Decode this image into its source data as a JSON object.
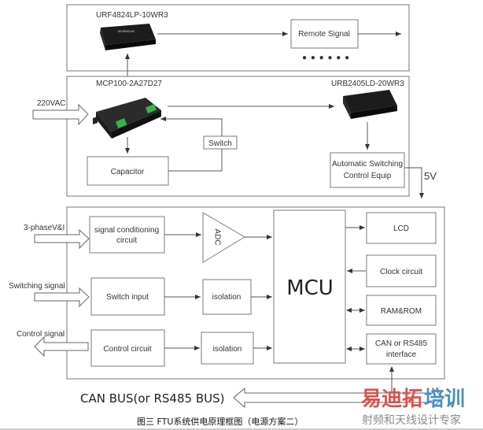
{
  "top_panel": {
    "module_label": "URF4824LP-10WR3",
    "remote_signal": "Remote Signal",
    "ellipsis": "● ● ● ● ● ●"
  },
  "power_panel": {
    "mcp_label": "MCP100-2A27D27",
    "urb_label": "URB2405LD-20WR3",
    "input_label": "220VAC",
    "switch_label": "Switch",
    "capacitor_label": "Capacitor",
    "auto_switch_line1": "Automatic Switching",
    "auto_switch_line2": "Control  Equip",
    "output_voltage": "5V"
  },
  "control_panel": {
    "input_3phase": "3-phaseV&I",
    "input_switching": "Switching signal",
    "output_control": "Control signal",
    "signal_cond_line1": "signal conditioning",
    "signal_cond_line2": "circuit",
    "adc": "ADC",
    "switch_input": "Switch input",
    "isolation_1": "isolation",
    "control_circuit": "Control circuit",
    "isolation_2": "isolation",
    "mcu": "MCU",
    "lcd": "LCD",
    "clock": "Clock circuit",
    "ram_rom": "RAM&ROM",
    "can_line1": "CAN or RS485",
    "can_line2": "interface"
  },
  "bus_label": "CAN BUS(or RS485 BUS)",
  "caption": "图三  FTU系统供电原理框图（电源方案二）",
  "watermark": {
    "line1_red": "易迪拓",
    "line1_blue": "培训",
    "line2": "射频和天线设计专家",
    "red": "#d9534f",
    "blue": "#4a8fc4"
  }
}
